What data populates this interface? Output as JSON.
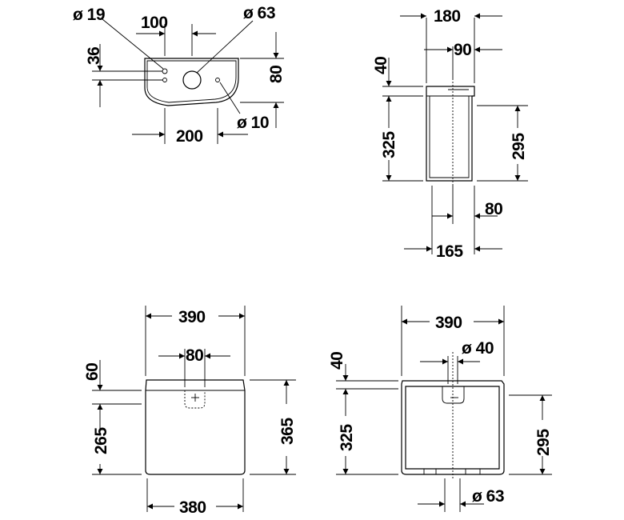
{
  "views": {
    "top": {
      "dim_hole_large": "ø 19",
      "dim_spacing": "100",
      "dim_center_hole": "ø 63",
      "dim_hole_offset": "36",
      "dim_depth": "80",
      "dim_small_hole": "ø 10",
      "dim_bolt_spacing": "200"
    },
    "side": {
      "dim_width": "180",
      "dim_half": "90",
      "dim_lid": "40",
      "dim_height": "325",
      "dim_body": "295",
      "dim_offset": "80",
      "dim_base": "165"
    },
    "front": {
      "dim_top_width": "390",
      "dim_button": "80",
      "dim_lid": "60",
      "dim_body": "265",
      "dim_total": "365",
      "dim_bottom_width": "380"
    },
    "section": {
      "dim_width": "390",
      "dim_lid": "40",
      "dim_button_hole": "ø 40",
      "dim_height": "325",
      "dim_body": "295",
      "dim_outlet": "ø 63"
    }
  }
}
